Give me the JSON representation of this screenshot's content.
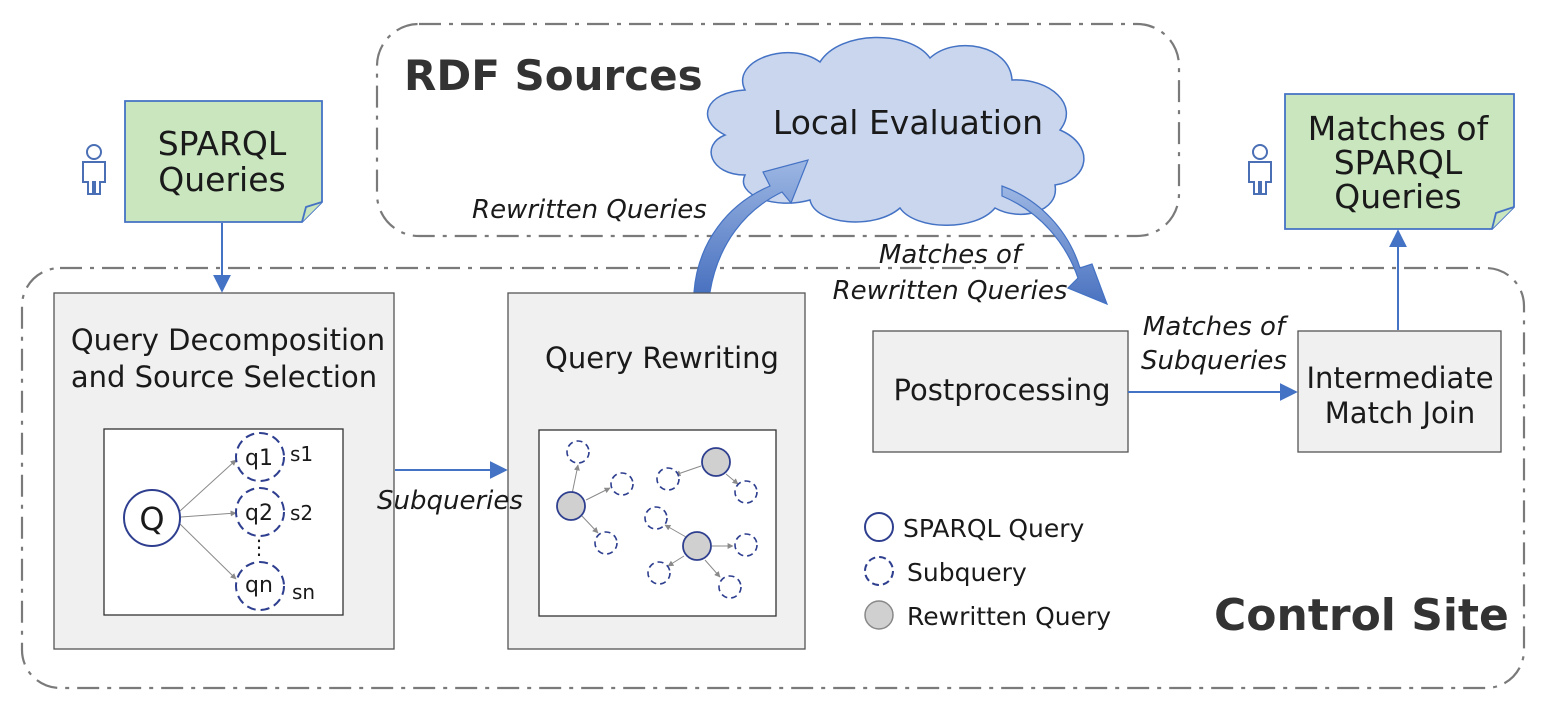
{
  "regions": {
    "rdf_sources_label": "RDF Sources",
    "control_site_label": "Control Site"
  },
  "input_doc": {
    "line1": "SPARQL",
    "line2": "Queries"
  },
  "output_doc": {
    "line1": "Matches of",
    "line2": "SPARQL",
    "line3": "Queries"
  },
  "cloud": {
    "label": "Local Evaluation"
  },
  "boxes": {
    "decomposition": {
      "line1": "Query Decomposition",
      "line2": "and Source Selection"
    },
    "rewriting": {
      "label": "Query Rewriting"
    },
    "postprocessing": {
      "label": "Postprocessing"
    },
    "join": {
      "line1": "Intermediate",
      "line2": "Match Join"
    }
  },
  "decomposition_graph": {
    "root": "Q",
    "subqueries": [
      {
        "name": "q1",
        "source": "s1"
      },
      {
        "name": "q2",
        "source": "s2"
      },
      {
        "name": "qn",
        "source": "sn"
      }
    ],
    "ellipsis": "⋮"
  },
  "edge_labels": {
    "rewritten_queries": "Rewritten Queries",
    "matches_rewritten_1": "Matches of",
    "matches_rewritten_2": "Rewritten Queries",
    "matches_subqueries_1": "Matches of",
    "matches_subqueries_2": "Subqueries",
    "subqueries": "Subqueries"
  },
  "legend": {
    "sparql_query": "SPARQL Query",
    "subquery": "Subquery",
    "rewritten_query": "Rewritten Query"
  },
  "colors": {
    "accent_blue": "#4472c4",
    "node_border": "#2f3f8f",
    "doc_fill": "#c9e6bf",
    "box_fill": "#f0f0f0",
    "cloud_fill": "#c9d6ee",
    "rewritten_fill": "#d0d0d0"
  },
  "icons": [
    "person-icon",
    "person-icon"
  ]
}
